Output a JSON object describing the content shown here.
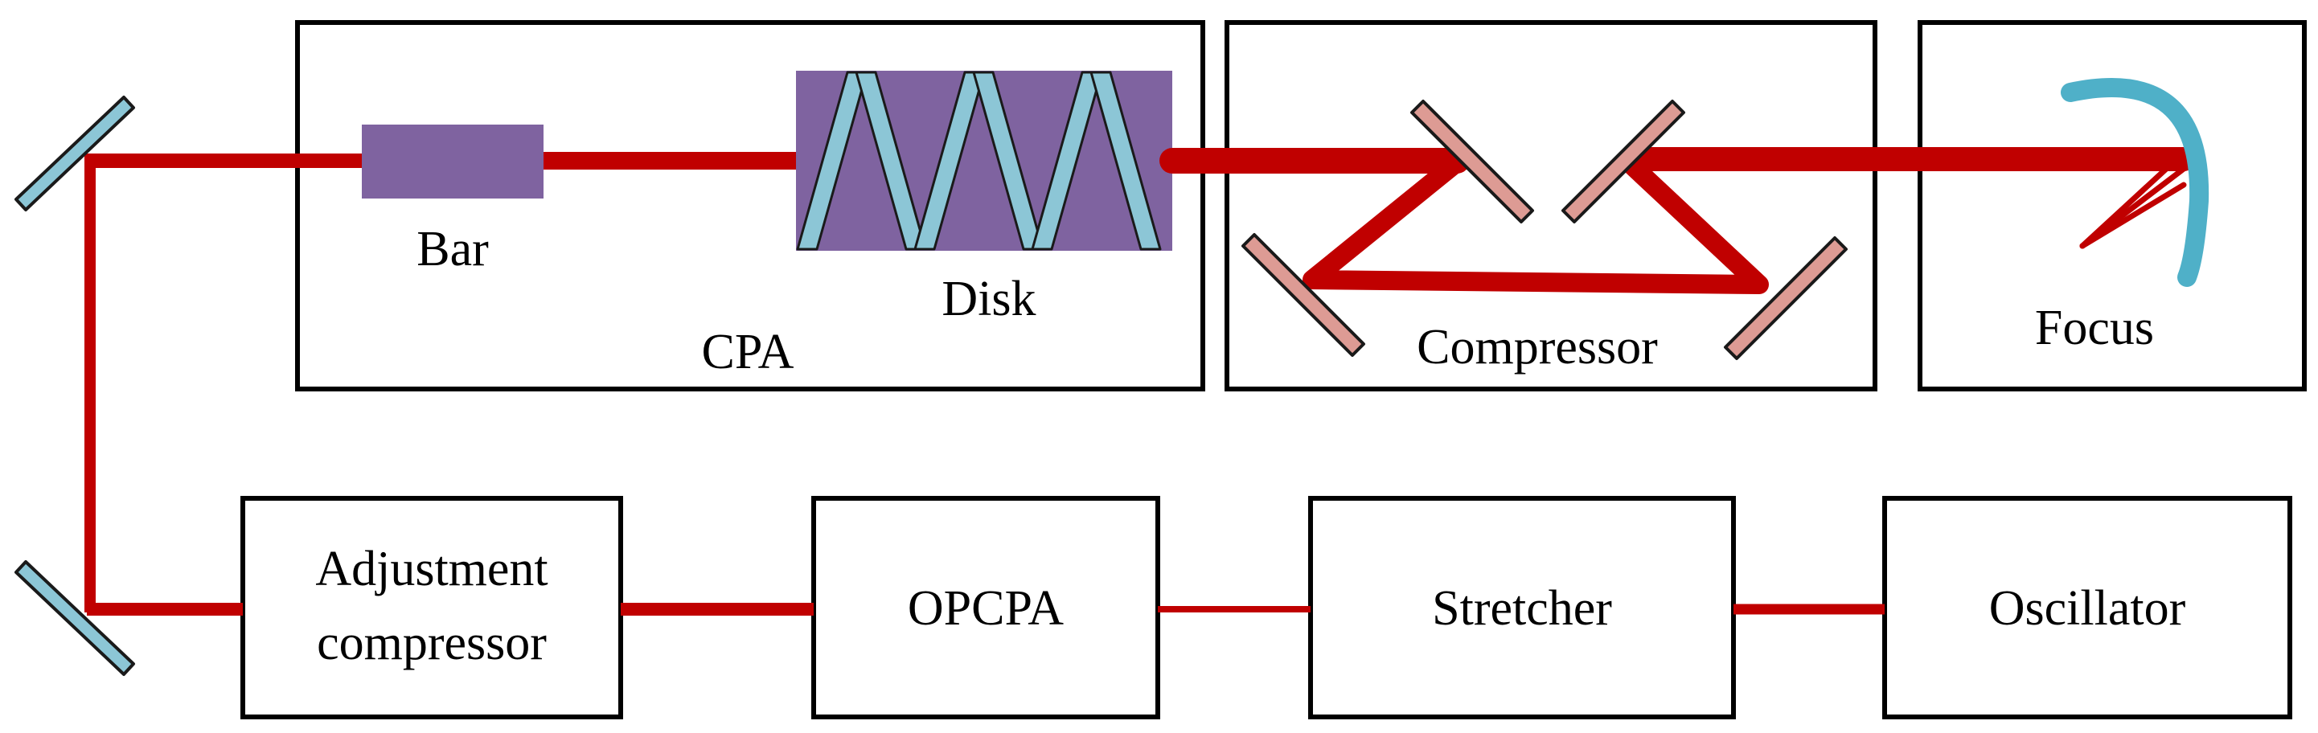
{
  "labels": {
    "bar": "Bar",
    "disk": "Disk",
    "cpa": "CPA",
    "compressor": "Compressor",
    "focus": "Focus",
    "adjustment_line1": "Adjustment",
    "adjustment_line2": "compressor",
    "opcpa": "OPCPA",
    "stretcher": "Stretcher",
    "oscillator": "Oscillator"
  },
  "colors": {
    "beam": "#c00000",
    "gain_medium": "#7f63a0",
    "mirror": "#8cc6d6",
    "grating": "#dd9b94",
    "focus_mirror": "#4fb0c8",
    "box_border": "#000000"
  }
}
